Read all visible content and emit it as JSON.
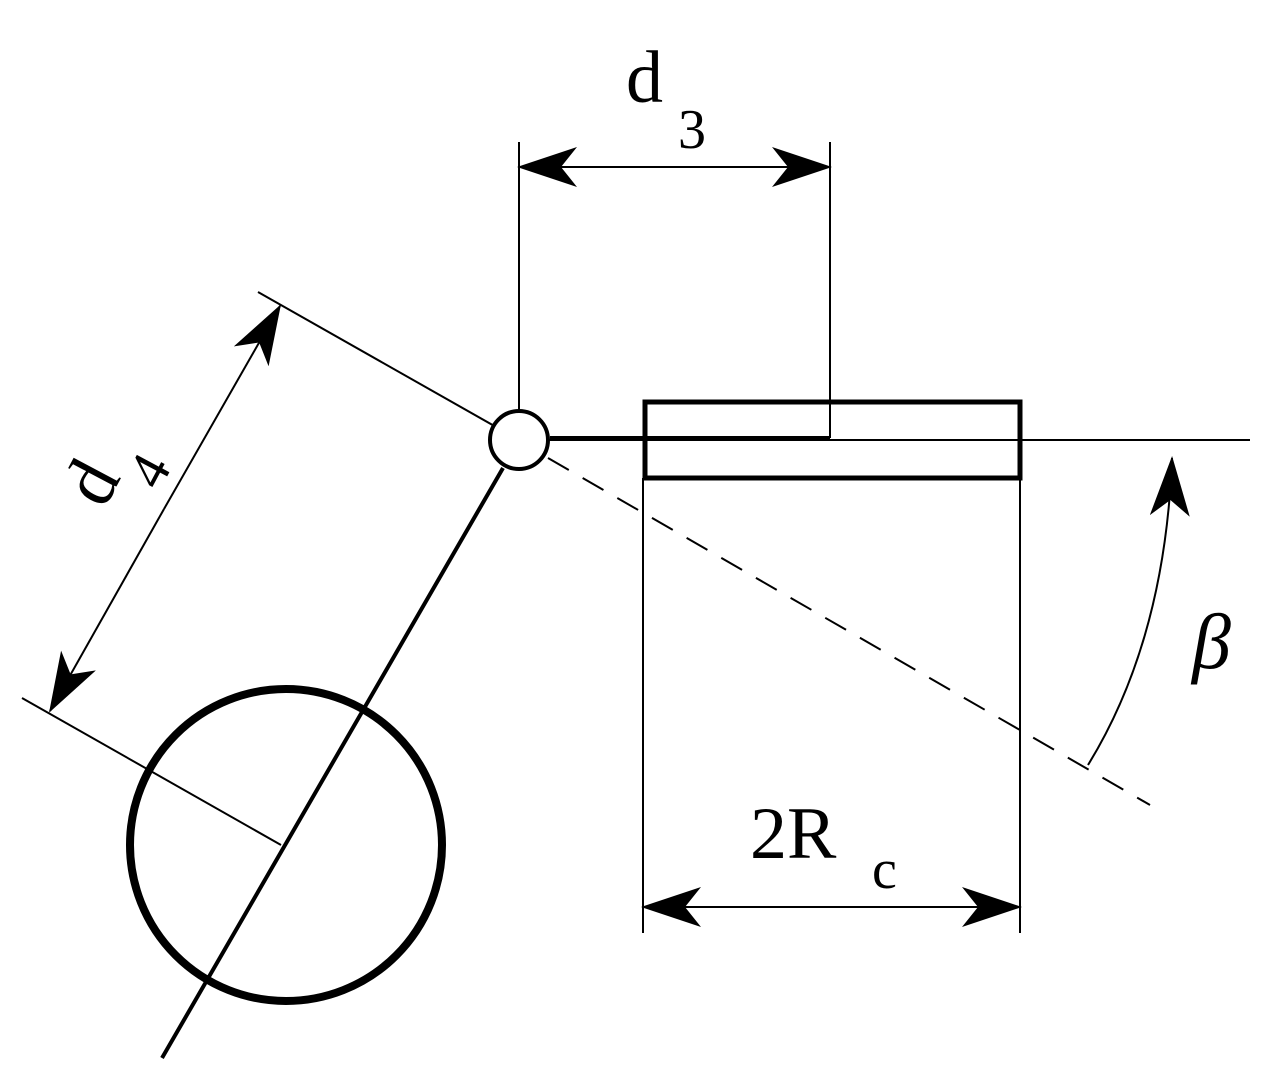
{
  "diagram": {
    "labels": {
      "d3": {
        "main": "d",
        "sub": "3"
      },
      "d4": {
        "main": "d",
        "sub": "4"
      },
      "rc": {
        "main": "2R",
        "sub": "c"
      },
      "beta": "β"
    },
    "colors": {
      "stroke": "#000000",
      "background": "#ffffff"
    }
  }
}
